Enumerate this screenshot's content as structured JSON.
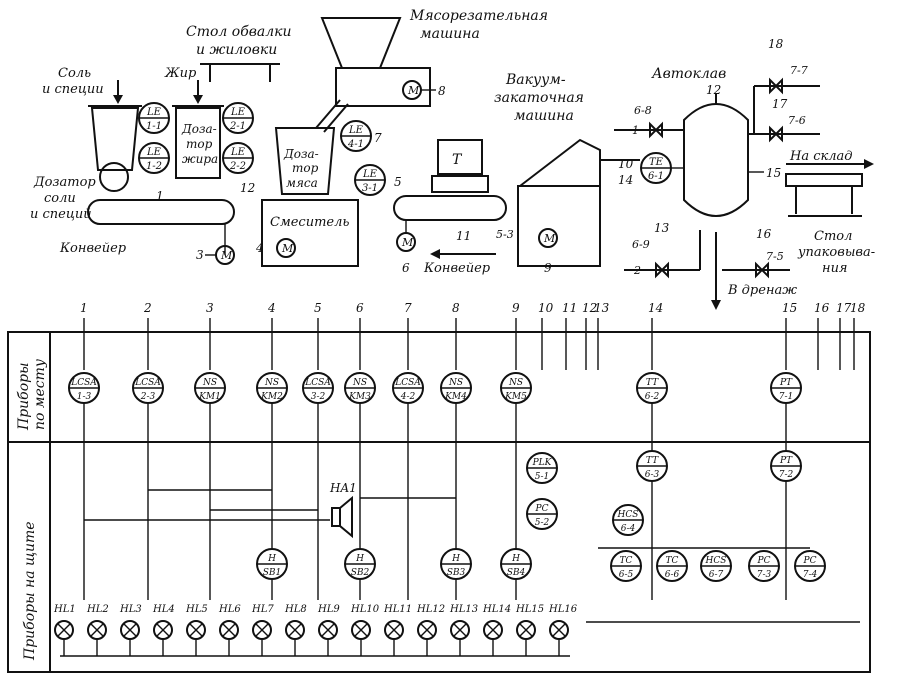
{
  "equipment": {
    "salt_label_1": "Соль",
    "salt_label_2": "и специи",
    "fat": "Жир",
    "table_1": "Стол обвалки",
    "table_2": "и жиловки",
    "grinder_1": "Мясорезательная",
    "grinder_2": "машина",
    "vacuum_1": "Вакуум-",
    "vacuum_2": "закаточная",
    "vacuum_3": "машина",
    "autoclave": "Автоклав",
    "doser_salt_1": "Дозатор",
    "doser_salt_2": "соли",
    "doser_salt_3": "и специй",
    "conveyor": "Конвейер",
    "doser_fat_1": "Доза-",
    "doser_fat_2": "тор",
    "doser_fat_3": "жира",
    "mixer": "Смеситель",
    "doser_meat_1": "Доза-",
    "doser_meat_2": "тор",
    "doser_meat_3": "мяса",
    "conveyor2": "Конвейер",
    "to_warehouse": "На склад",
    "pack_table_1": "Стол",
    "pack_table_2": "упаковыва-",
    "pack_table_3": "ния",
    "drain": "В дренаж",
    "motor": "M"
  },
  "process_bubbles": [
    {
      "top": "LE",
      "bottom": "1-1"
    },
    {
      "top": "LE",
      "bottom": "1-2"
    },
    {
      "top": "LE",
      "bottom": "2-1"
    },
    {
      "top": "LE",
      "bottom": "2-2"
    },
    {
      "top": "LE",
      "bottom": "4-1"
    },
    {
      "top": "LE",
      "bottom": "3-1"
    },
    {
      "top": "TE",
      "bottom": "6-1"
    }
  ],
  "callouts": [
    "1",
    "2",
    "3",
    "4",
    "5",
    "6",
    "7",
    "8",
    "9",
    "10",
    "11",
    "12",
    "13",
    "14",
    "15",
    "16",
    "17",
    "18"
  ],
  "valves": [
    "6-8",
    "6-9",
    "7-5",
    "7-6",
    "7-7",
    "5-3"
  ],
  "line_numbers": [
    "1",
    "2",
    "3",
    "4",
    "5",
    "6",
    "7",
    "8",
    "9",
    "10",
    "11",
    "12",
    "13",
    "14",
    "15",
    "16",
    "17",
    "18"
  ],
  "panel": {
    "row1_label_1": "Приборы",
    "row1_label_2": "по месту",
    "row2_label": "Приборы на щите",
    "ha1": "HA1",
    "local_instruments": [
      {
        "top": "LCSA",
        "bottom": "1-3"
      },
      {
        "top": "LCSA",
        "bottom": "2-3"
      },
      {
        "top": "NS",
        "bottom": "KM1"
      },
      {
        "top": "NS",
        "bottom": "KM2"
      },
      {
        "top": "LCSA",
        "bottom": "3-2"
      },
      {
        "top": "NS",
        "bottom": "KM3"
      },
      {
        "top": "LCSA",
        "bottom": "4-2"
      },
      {
        "top": "NS",
        "bottom": "KM4"
      },
      {
        "top": "NS",
        "bottom": "KM5"
      },
      {
        "top": "TT",
        "bottom": "6-2"
      },
      {
        "top": "PT",
        "bottom": "7-1"
      }
    ],
    "panel_instruments": [
      {
        "top": "PLK",
        "bottom": "5-1"
      },
      {
        "top": "PC",
        "bottom": "5-2"
      },
      {
        "top": "TT",
        "bottom": "6-3"
      },
      {
        "top": "PT",
        "bottom": "7-2"
      },
      {
        "top": "HCS",
        "bottom": "6-4"
      },
      {
        "top": "TC",
        "bottom": "6-5"
      },
      {
        "top": "TC",
        "bottom": "6-6"
      },
      {
        "top": "HCS",
        "bottom": "6-7"
      },
      {
        "top": "PC",
        "bottom": "7-3"
      },
      {
        "top": "PC",
        "bottom": "7-4"
      },
      {
        "top": "H",
        "bottom": "SB1"
      },
      {
        "top": "H",
        "bottom": "SB2"
      },
      {
        "top": "H",
        "bottom": "SB3"
      },
      {
        "top": "H",
        "bottom": "SB4"
      }
    ],
    "lamps": [
      "HL1",
      "HL2",
      "HL3",
      "HL4",
      "HL5",
      "HL6",
      "HL7",
      "HL8",
      "HL9",
      "HL10",
      "HL11",
      "HL12",
      "HL13",
      "HL14",
      "HL15",
      "HL16"
    ]
  }
}
